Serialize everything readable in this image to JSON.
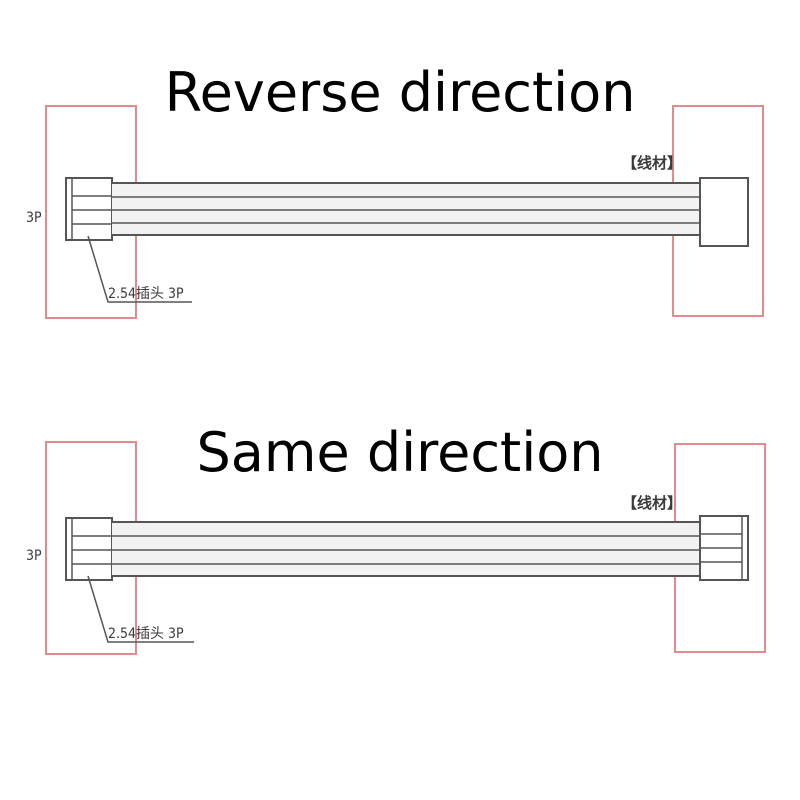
{
  "diagrams": [
    {
      "title": "Reverse direction",
      "pin_label": "3P",
      "connector_label": "2.54插头 3P",
      "wire_label": "【线材】",
      "right_connector": "blank"
    },
    {
      "title": "Same direction",
      "pin_label": "3P",
      "connector_label": "2.54插头 3P",
      "wire_label": "【线材】",
      "right_connector": "pins"
    }
  ],
  "colors": {
    "highlight_box": "#e58a8a",
    "line": "#555555",
    "wire_fill": "#f2f2f2",
    "text": "#000000"
  }
}
